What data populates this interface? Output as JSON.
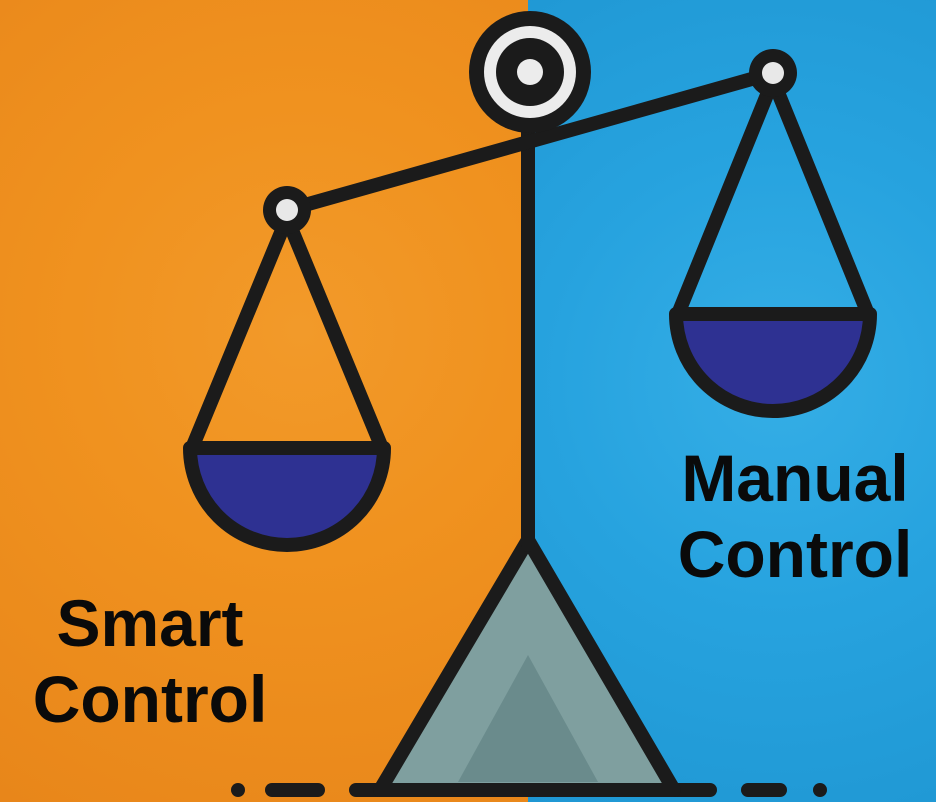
{
  "labels": {
    "smart": {
      "line1": "Smart",
      "line2": "Control"
    },
    "manual": {
      "line1": "Manual",
      "line2": "Control"
    }
  },
  "colors": {
    "left_background": "#f0921f",
    "right_background": "#27a3df",
    "outline": "#1b1b1b",
    "pan_fill": "#2e3192",
    "base_fill": "#7f9f9f",
    "base_inner": "#6a8b8c",
    "pivot_ring": "#e6e6e6"
  },
  "icons": [
    "balance-scale-icon"
  ]
}
